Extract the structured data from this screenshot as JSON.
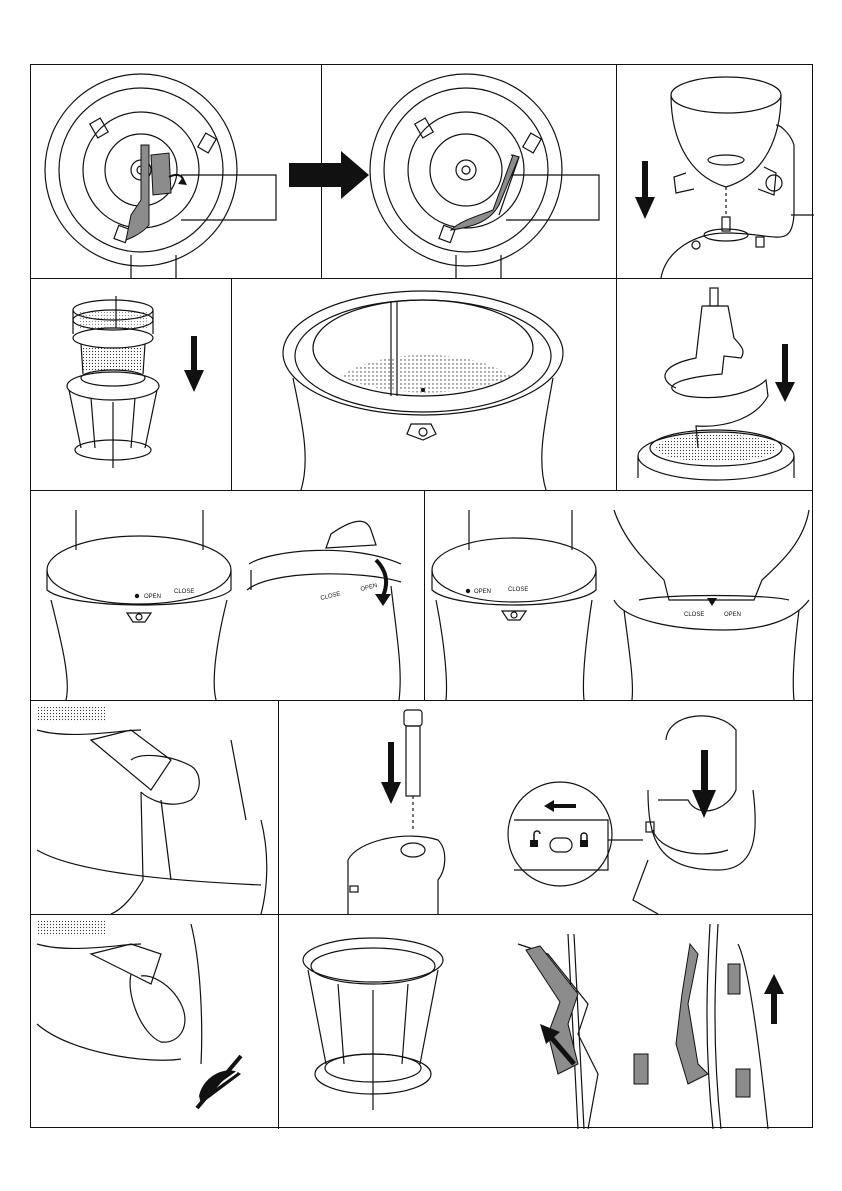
{
  "page": {
    "background": "#ffffff",
    "line_color": "#111111",
    "accent_fill": "#8c8c8c"
  },
  "ring_markings": {
    "close_label": "CLOSE",
    "open_label": "OPEN",
    "open_small": "OPEN",
    "close_small": "CLOSE"
  },
  "icons": [
    "arrow-right-icon",
    "arrow-down-icon",
    "arrow-left-icon",
    "arrow-up-icon",
    "lock-icon",
    "unlock-icon",
    "no-scrub-icon"
  ]
}
